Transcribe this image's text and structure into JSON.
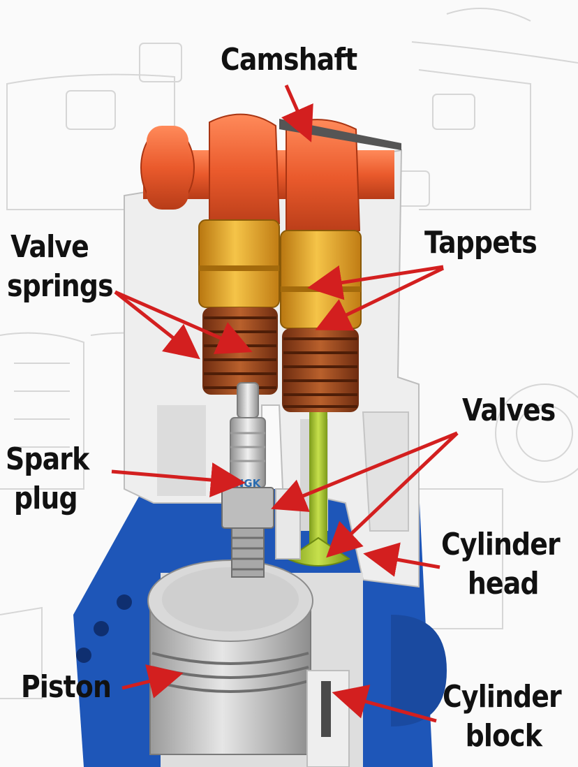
{
  "labels": {
    "camshaft": "Camshaft",
    "tappets": "Tappets",
    "valve_springs": [
      "Valve",
      "springs"
    ],
    "valves": "Valves",
    "spark_plug": [
      "Spark",
      "plug"
    ],
    "cylinder_head": [
      "Cylinder",
      "head"
    ],
    "piston": "Piston",
    "cylinder_block": [
      "Cylinder",
      "block"
    ]
  },
  "spark_plug_brand": "NGK",
  "colors": {
    "camshaft": "#ea5a2c",
    "tappets": "#e0a020",
    "springs": "#9c4a1e",
    "valves": "#a8c63a",
    "cylinder_head": "#1e56b8",
    "piston": "#c8c8c8",
    "arrows": "#d31f1f"
  }
}
